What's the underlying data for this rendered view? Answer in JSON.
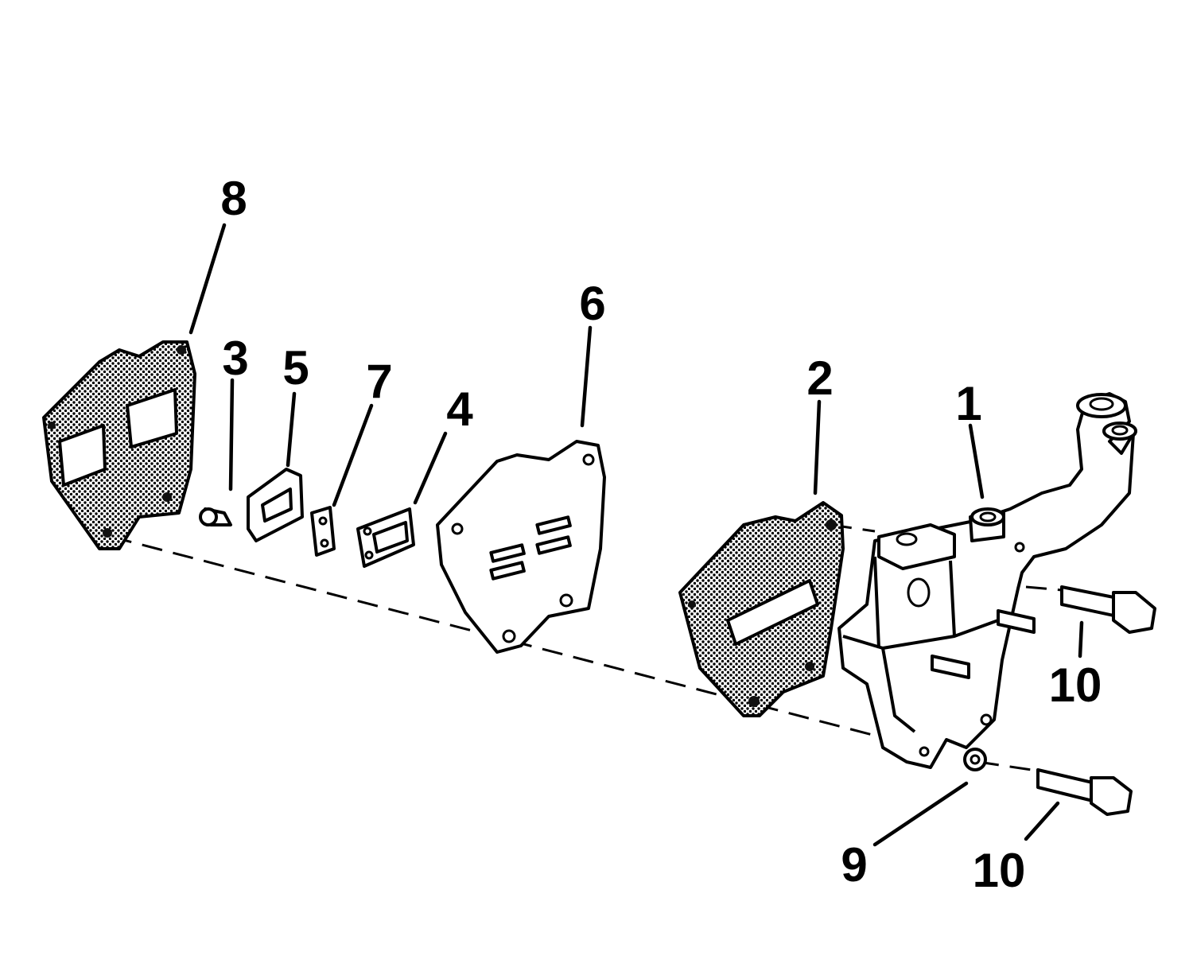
{
  "callouts": {
    "part_1": "1",
    "part_2": "2",
    "part_3": "3",
    "part_4": "4",
    "part_5": "5",
    "part_6": "6",
    "part_7": "7",
    "part_8": "8",
    "part_9": "9",
    "part_10_upper": "10",
    "part_10_lower": "10"
  },
  "colors": {
    "ink": "#000000",
    "paper": "#ffffff",
    "gasket_dots": "#000000"
  }
}
